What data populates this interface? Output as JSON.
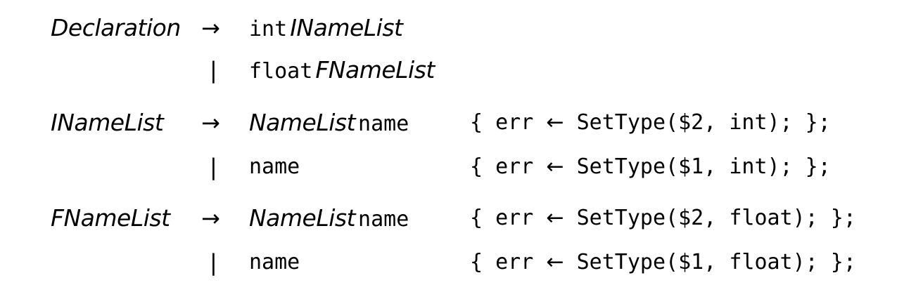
{
  "grammar": {
    "arrow": "→",
    "bar": "|",
    "rules": [
      {
        "lhs": "Declaration",
        "rhs_kw": "int",
        "rhs_nt": "INameList"
      },
      {
        "rhs_kw": "float",
        "rhs_nt": "FNameList"
      },
      {
        "lhs": "INameList",
        "rhs_nt": "NameList",
        "rhs_kw": "name",
        "action": {
          "open": "{ err ",
          "assign": "←",
          "call": " SetType($2, int); };"
        }
      },
      {
        "rhs_kw": "name",
        "action": {
          "open": "{ err ",
          "assign": "←",
          "call": " SetType($1, int); };"
        }
      },
      {
        "lhs": "FNameList",
        "rhs_nt": "NameList",
        "rhs_kw": "name",
        "action": {
          "open": "{ err ",
          "assign": "←",
          "call": " SetType($2, float); };"
        }
      },
      {
        "rhs_kw": "name",
        "action": {
          "open": "{ err ",
          "assign": "←",
          "call": " SetType($1, float); };"
        }
      }
    ]
  }
}
